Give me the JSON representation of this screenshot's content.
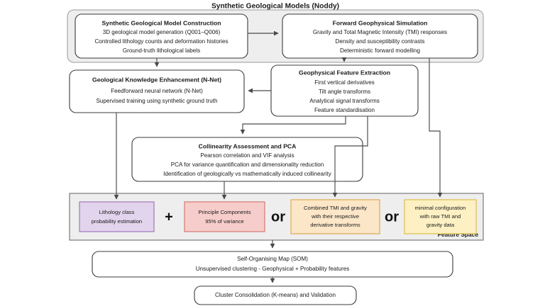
{
  "header": {
    "title": "Synthetic Geological Models (Noddy)"
  },
  "nodes": {
    "construction": {
      "title": "Synthetic Geological Model Construction",
      "lines": [
        "3D geological model generation (Q001–Q006)",
        "Controlled lithology counts and deformation histories",
        "Ground-truth lithological labels"
      ]
    },
    "simulation": {
      "title": "Forward Geophysical Simulation",
      "lines": [
        "Gravity and Total Magnetic Intensity (TMI) responses",
        "Density and susceptibility contrasts",
        "Deterministic forward modelling"
      ]
    },
    "nnet": {
      "title": "Geological Knowledge Enhancement (N-Net)",
      "lines": [
        "Feedforward neural network (N-Net)",
        "Supervised training using synthetic ground truth"
      ]
    },
    "extraction": {
      "title": "Geophysical Feature Extraction",
      "lines": [
        "First vertical derivatives",
        "Tilt angle transforms",
        "Analytical signal transforms",
        "Feature standardisation"
      ]
    },
    "collinearity": {
      "title": "Collinearity Assessment and PCA",
      "lines": [
        "Pearson correlation and VIF analysis",
        "PCA for variance quantification and dimensionality reduction",
        "Identification of geologically vs mathematically induced collinearity"
      ]
    },
    "som": {
      "lines": [
        "Self-Organising Map (SOM)",
        "Unsupervised clustering - Geophysical + Probability features"
      ]
    },
    "cluster": {
      "lines": [
        "Cluster Consolidation (K-means) and Validation"
      ]
    }
  },
  "feature_space": {
    "label": "Feature Space",
    "operators": {
      "plus": "+",
      "or1": "or",
      "or2": "or"
    },
    "options": [
      {
        "name": "lithology-probability",
        "lines": [
          "Lithology class",
          "probability estimation"
        ],
        "fill": "#e2d4ec",
        "stroke": "#9b6fb5"
      },
      {
        "name": "principal-components",
        "lines": [
          "Principle Components",
          "95% of variance"
        ],
        "fill": "#f6cdcb",
        "stroke": "#d2706a"
      },
      {
        "name": "combined-tmi-gravity",
        "lines": [
          "Combined TMI and gravity",
          "with their respective",
          "derivative transforms"
        ],
        "fill": "#fce6c8",
        "stroke": "#dca443"
      },
      {
        "name": "minimal-configuration",
        "lines": [
          "minimal configuration",
          "with raw TMI and",
          "gravity data"
        ],
        "fill": "#fdf1c4",
        "stroke": "#ddb93a"
      }
    ]
  },
  "colors": {
    "panel_fill": "#eeeeee",
    "panel_stroke": "#9a9a9a",
    "node_stroke": "#3b3b3b",
    "connector": "#4a4a4a",
    "text": "#1a1a1a"
  }
}
